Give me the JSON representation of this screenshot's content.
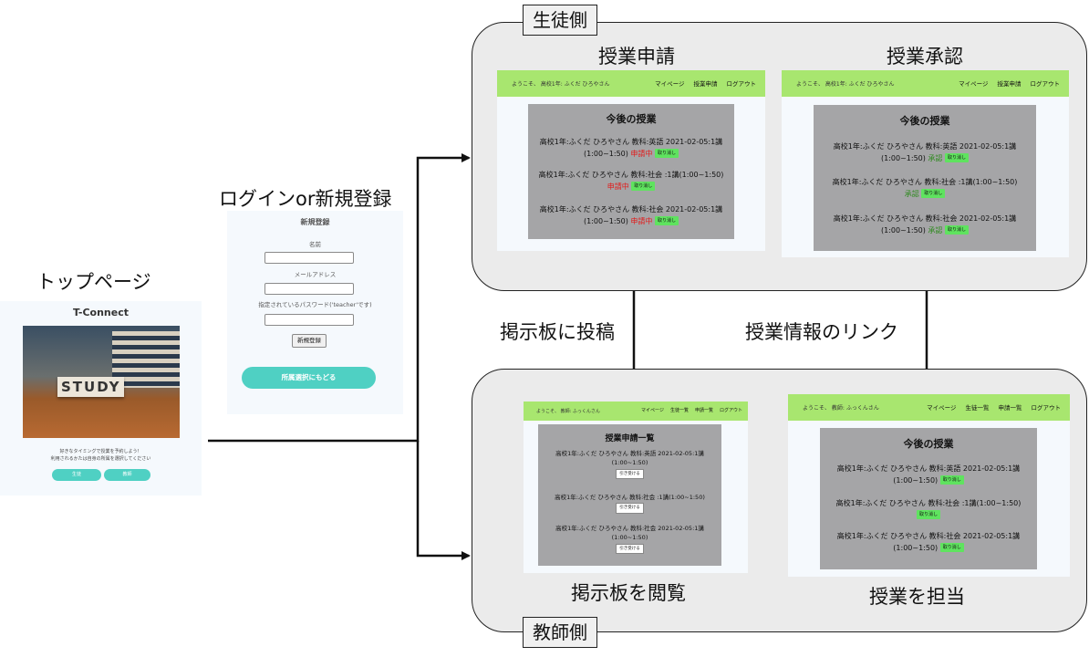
{
  "labels": {
    "top_page": "トップページ",
    "login": "ログインor新規登録",
    "post": "掲示板に投稿",
    "link": "授業情報のリンク",
    "apply": "授業申請",
    "approve": "授業承認",
    "browse": "掲示板を閲覧",
    "assign": "授業を担当",
    "student_side": "生徒側",
    "teacher_side": "教師側"
  },
  "top": {
    "title": "T-Connect",
    "hero_word": "STUDY",
    "tagline1": "好きなタイミングで授業を予約しよう！",
    "tagline2": "利用されるかたは自身の所属を選択してください",
    "btn_student": "生徒",
    "btn_teacher": "教師"
  },
  "register": {
    "title": "新規登録",
    "name_label": "名前",
    "email_label": "メールアドレス",
    "password_label": "指定されているパスワード('teacher'です)",
    "submit": "新規登録",
    "back": "所属選択にもどる"
  },
  "student_nav": {
    "greeting": "ようこそ、 高校1年: ふくだ ひろやさん",
    "links": [
      "マイページ",
      "授業申請",
      "ログアウト"
    ]
  },
  "teacher_nav": {
    "greeting": "ようこそ、 教師: ふっくんさん",
    "links": [
      "マイページ",
      "生徒一覧",
      "申請一覧",
      "ログアウト"
    ]
  },
  "apply_card": {
    "title": "今後の授業",
    "entries": [
      {
        "line1": "高校1年:ふくだ ひろやさん 教科:英語 2021-02-05:1講",
        "line2": "(1:00~1:50)",
        "status": "申請中",
        "button": "取り消し"
      },
      {
        "line1": "高校1年:ふくだ ひろやさん 教科:社会 :1講(1:00~1:50)",
        "line2": "",
        "status": "申請中",
        "button": "取り消し"
      },
      {
        "line1": "高校1年:ふくだ ひろやさん 教科:社会 2021-02-05:1講",
        "line2": "(1:00~1:50)",
        "status": "申請中",
        "button": "取り消し"
      }
    ]
  },
  "approve_card": {
    "title": "今後の授業",
    "entries": [
      {
        "line1": "高校1年:ふくだ ひろやさん 教科:英語 2021-02-05:1講",
        "line2": "(1:00~1:50)",
        "status": "承認",
        "button": "取り消し"
      },
      {
        "line1": "高校1年:ふくだ ひろやさん 教科:社会 :1講(1:00~1:50)",
        "line2": "",
        "status": "承認",
        "button": "取り消し"
      },
      {
        "line1": "高校1年:ふくだ ひろやさん 教科:社会 2021-02-05:1講",
        "line2": "(1:00~1:50)",
        "status": "承認",
        "button": "取り消し"
      }
    ]
  },
  "browse_card": {
    "title": "授業申請一覧",
    "entries": [
      {
        "line1": "高校1年:ふくだ ひろやさん 教科:英語 2021-02-05:1講",
        "line2": "(1:00~1:50)",
        "button": "引き受ける"
      },
      {
        "line1": "高校1年:ふくだ ひろやさん 教科:社会 :1講(1:00~1:50)",
        "line2": "",
        "button": "引き受ける"
      },
      {
        "line1": "高校1年:ふくだ ひろやさん 教科:社会 2021-02-05:1講",
        "line2": "(1:00~1:50)",
        "button": "引き受ける"
      }
    ]
  },
  "assign_card": {
    "title": "今後の授業",
    "entries": [
      {
        "line1": "高校1年:ふくだ ひろやさん 教科:英語 2021-02-05:1講",
        "line2": "(1:00~1:50)",
        "button": "取り消し"
      },
      {
        "line1": "高校1年:ふくだ ひろやさん 教科:社会 :1講(1:00~1:50)",
        "line2": "",
        "button": "取り消し"
      },
      {
        "line1": "高校1年:ふくだ ひろやさん 教科:社会 2021-02-05:1講",
        "line2": "(1:00~1:50)",
        "button": "取り消し"
      }
    ]
  }
}
